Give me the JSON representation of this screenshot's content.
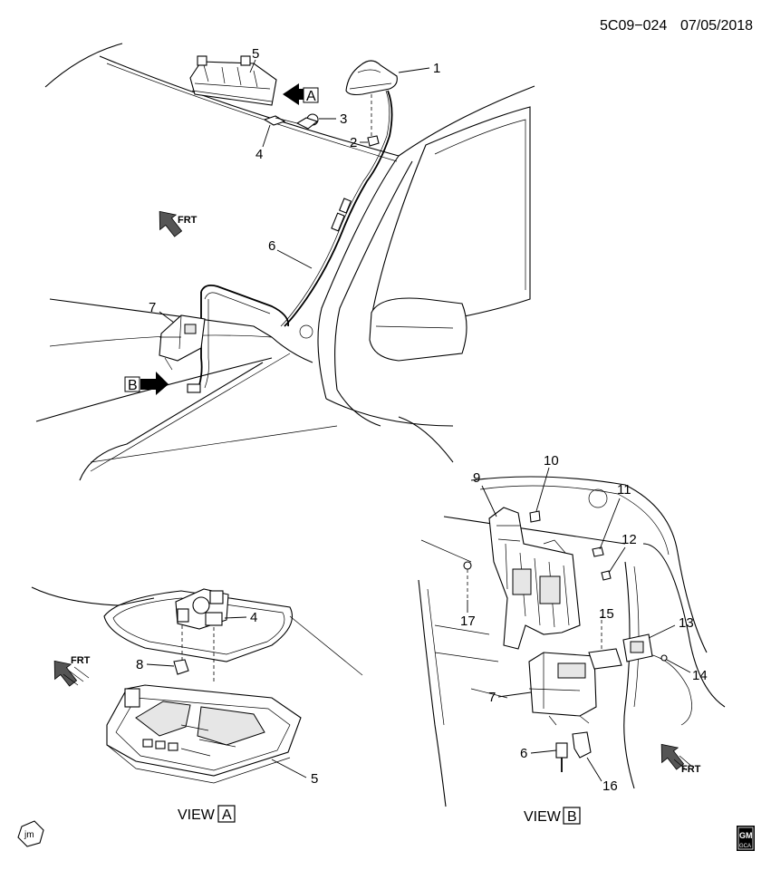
{
  "header": {
    "code": "5C09−024",
    "date": "07/05/2018"
  },
  "callouts_top": {
    "c1": "1",
    "c2": "2",
    "c3": "3",
    "c4": "4",
    "c5": "5",
    "c6": "6",
    "c7": "7"
  },
  "view_a": {
    "label": "VIEW",
    "letter": "A",
    "c4": "4",
    "c5": "5",
    "c8": "8"
  },
  "view_b": {
    "label": "VIEW",
    "letter": "B",
    "c6": "6",
    "c7": "7",
    "c9": "9",
    "c10": "10",
    "c11": "11",
    "c12": "12",
    "c13": "13",
    "c14": "14",
    "c15": "15",
    "c16": "16",
    "c17": "17"
  },
  "arrows": {
    "a_letter": "A",
    "b_letter": "B",
    "frt": "FRT"
  },
  "logos": {
    "jm": "jm",
    "gm_top": "GM",
    "gm_bottom": "GCA"
  },
  "icons": [
    "front-direction-arrow-icon",
    "view-arrow-icon",
    "jm-logo-icon",
    "gm-logo-icon"
  ]
}
